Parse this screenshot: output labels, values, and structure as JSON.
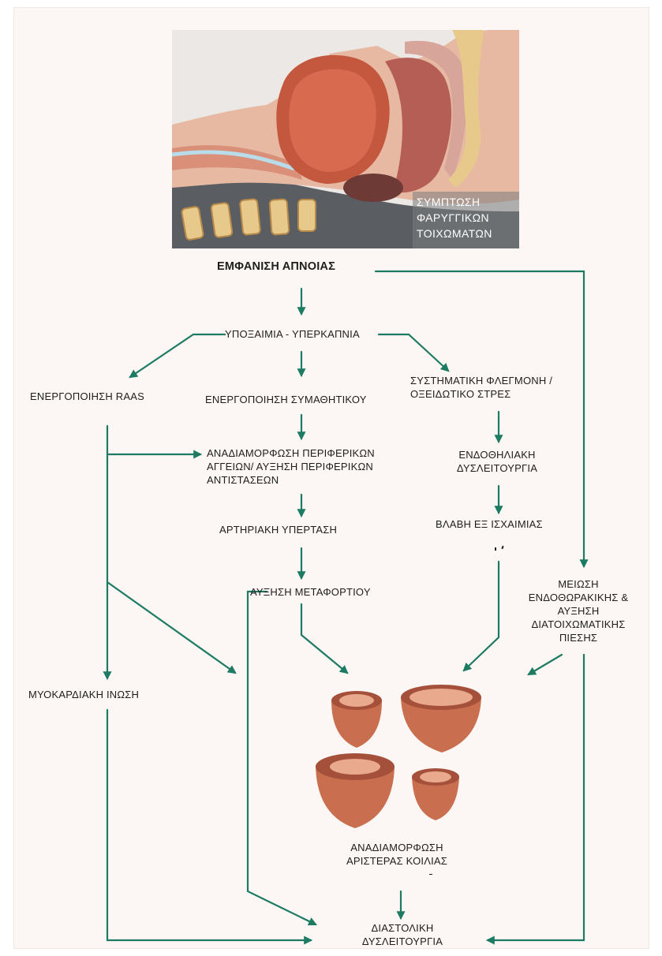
{
  "illustration": {
    "caption": "ΣΥΜΠΤΩΣΗ\nΦΑΡΥΓΓΙΚΩΝ\nΤΟΙΧΩΜΑΤΩΝ"
  },
  "nodes": {
    "apnea": "ΕΜΦΑΝΙΣΗ ΑΠΝΟΙΑΣ",
    "hypoxemia": "ΥΠΟΞΑΙΜΙΑ - ΥΠΕΡΚΑΠΝΙΑ",
    "raas": "ΕΝΕΡΓΟΠΟΙΗΣΗ RAAS",
    "sympathetic": "ΕΝΕΡΓΟΠΟΙΗΣΗ ΣΥΜΑΘΗΤΙΚΟΥ",
    "inflammation": "ΣΥΣΤΗΜΑΤΙΚΗ ΦΛΕΓΜΟΝΗ /\nΟΞΕΙΔΩΤΙΚΟ ΣΤΡΕΣ",
    "vascular_remodeling": "ΑΝΑΔΙΑΜΟΡΦΩΣΗ ΠΕΡΙΦΕΡΙΚΩΝ\nΑΓΓΕΙΩΝ/ ΑΥΞΗΣΗ ΠΕΡΙΦΕΡΙΚΩΝ\nΑΝΤΙΣΤΑΣΕΩΝ",
    "endothelial": "ΕΝΔΟΘΗΛΙΑΚΗ\nΔΥΣΛΕΙΤΟΥΡΓΙΑ",
    "hypertension": "ΑΡΤΗΡΙΑΚΗ ΥΠΕΡΤΑΣΗ",
    "ischemia": "ΒΛΑΒΗ ΕΞ ΙΣΧΑΙΜΙΑΣ",
    "afterload": "ΑΥΞΗΣΗ ΜΕΤΑΦΟΡΤΙΟΥ",
    "intrathoracic": "ΜΕΙΩΣΗ\nΕΝΔΟΘΩΡΑΚΙΚΗΣ &\nΑΥΞΗΣΗ\nΔΙΑΤΟΙΧΩΜΑΤΙΚΗΣ\nΠΙΕΣΗΣ",
    "fibrosis": "ΜΥΟΚΑΡΔΙΑΚΗ ΙΝΩΣΗ",
    "lv_remodeling": "ΑΝΑΔΙΑΜΟΡΦΩΣΗ\nΑΡΙΣΤΕΡΑΣ ΚΟΙΛΙΑΣ",
    "diastolic": "ΔΙΑΣΤΟΛΙΚΗ\nΔΥΣΛΕΙΤΟΥΡΓΙΑ"
  },
  "colors": {
    "arrow": "#1d7a63",
    "panel": "#fcf7f4",
    "heart_outer": "#c96e4e",
    "heart_inner": "#e9a98d"
  }
}
